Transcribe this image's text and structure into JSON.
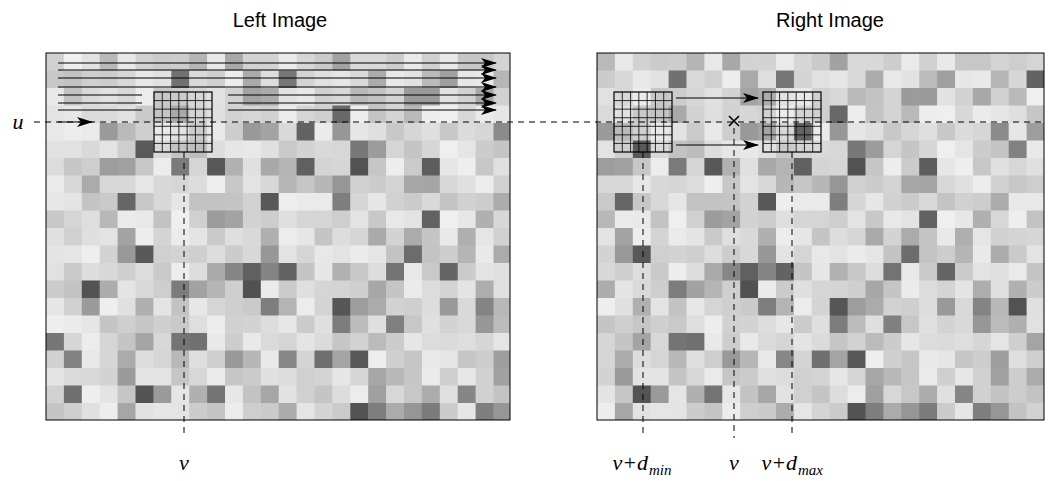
{
  "diagram": {
    "labels": [
      "Left Image",
      "Right Image",
      "u",
      "v",
      "v+d",
      "min",
      "v",
      "v+d",
      "max"
    ]
  }
}
